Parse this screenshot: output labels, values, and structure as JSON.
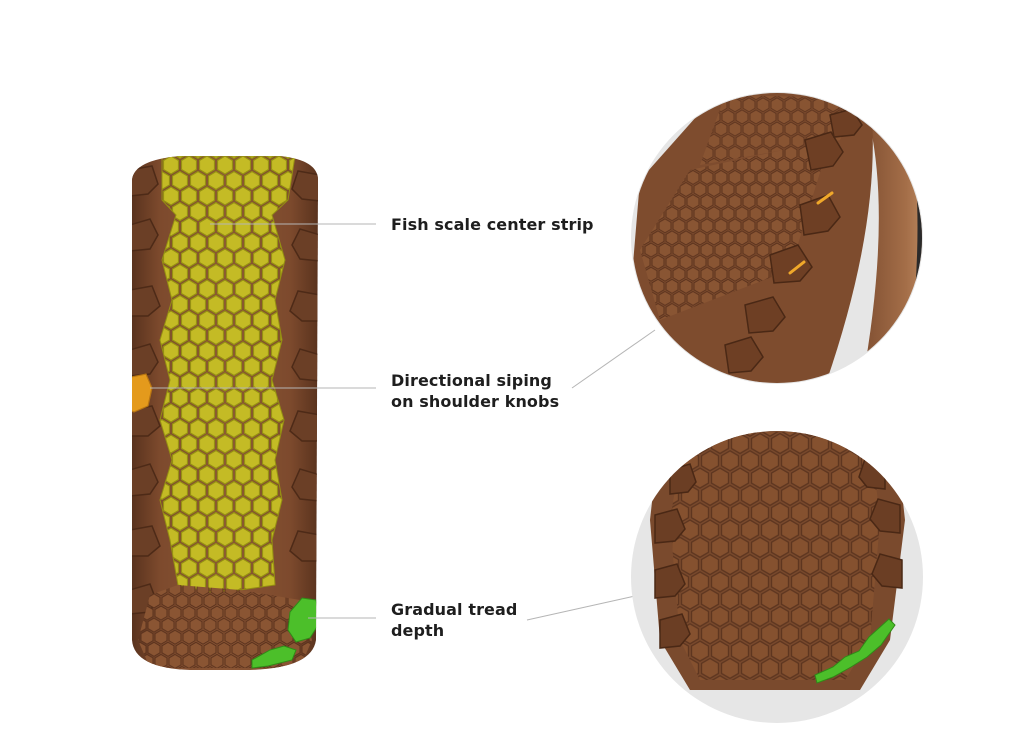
{
  "callouts": {
    "center_strip": {
      "label": "Fish scale center strip"
    },
    "siping": {
      "line1": "Directional siping",
      "line2": "on shoulder knobs"
    },
    "tread_depth": {
      "line1": "Gradual tread",
      "line2": "depth"
    }
  },
  "colors": {
    "rubber": "#7b4a30",
    "rubber_dark": "#5e3620",
    "rubber_light": "#96613f",
    "center_strip": "#bfb622",
    "siping": "#e8a020",
    "tread_depth": "#4fc42e",
    "zoom_background": "#e6e6e6",
    "leader_line": "#b5b5b5"
  }
}
